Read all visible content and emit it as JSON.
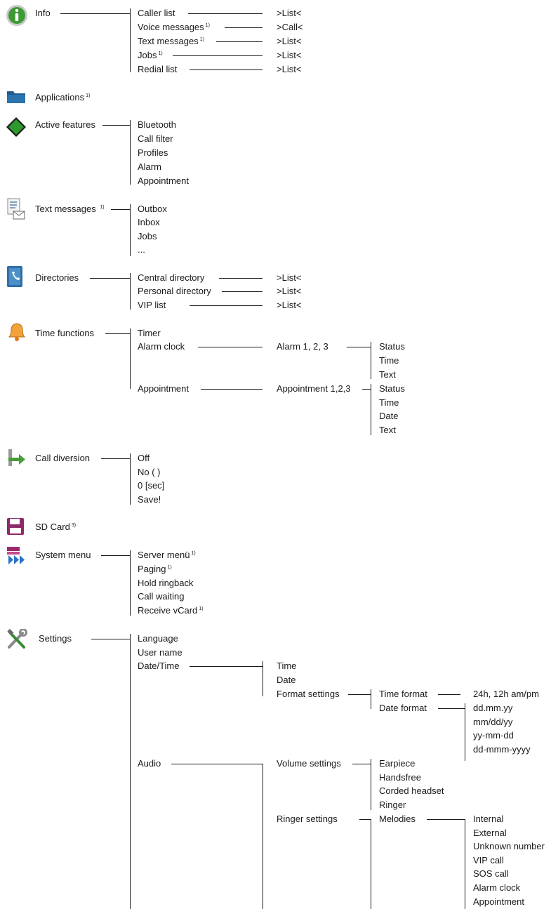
{
  "info": {
    "label": "Info",
    "items": [
      {
        "label": "Caller list",
        "sup": "",
        "target": ">List<"
      },
      {
        "label": "Voice messages",
        "sup": "1)",
        "target": ">Call<"
      },
      {
        "label": "Text messages",
        "sup": "1)",
        "target": ">List<"
      },
      {
        "label": "Jobs",
        "sup": "1)",
        "target": ">List<"
      },
      {
        "label": "Redial list",
        "sup": "",
        "target": ">List<"
      }
    ]
  },
  "applications": {
    "label": "Applications",
    "sup": "1)"
  },
  "active_features": {
    "label": "Active features",
    "items": [
      "Bluetooth",
      "Call filter",
      "Profiles",
      "Alarm",
      "Appointment"
    ]
  },
  "text_messages": {
    "label": "Text messages",
    "sup": "1)",
    "items": [
      "Outbox",
      "Inbox",
      "Jobs",
      "..."
    ]
  },
  "directories": {
    "label": "Directories",
    "items": [
      {
        "label": "Central directory",
        "target": ">List<"
      },
      {
        "label": "Personal directory",
        "target": ">List<"
      },
      {
        "label": "VIP list",
        "target": ">List<"
      }
    ]
  },
  "time_functions": {
    "label": "Time functions",
    "timer": "Timer",
    "alarm_clock": "Alarm clock",
    "alarm_sub": "Alarm 1, 2, 3",
    "alarm_items": [
      "Status",
      "Time",
      "Text"
    ],
    "appointment": "Appointment",
    "appointment_sub": "Appointment 1,2,3",
    "appointment_items": [
      "Status",
      "Time",
      "Date",
      "Text"
    ]
  },
  "call_diversion": {
    "label": "Call diversion",
    "items": [
      "Off",
      "No ( )",
      "0 [sec]",
      "Save!"
    ]
  },
  "sd_card": {
    "label": "SD Card",
    "sup": "3)"
  },
  "system_menu": {
    "label": "System menu",
    "items": [
      {
        "label": "Server menü",
        "sup": "1)"
      },
      {
        "label": "Paging",
        "sup": "1)"
      },
      {
        "label": "Hold ringback",
        "sup": ""
      },
      {
        "label": "Call waiting",
        "sup": ""
      },
      {
        "label": "Receive vCard",
        "sup": "1)"
      }
    ]
  },
  "settings": {
    "label": "Settings",
    "language": "Language",
    "user_name": "User name",
    "date_time": "Date/Time",
    "dt_items": [
      "Time",
      "Date",
      "Format settings"
    ],
    "time_format": "Time format",
    "time_format_value": "24h, 12h am/pm",
    "date_format": "Date format",
    "date_format_values": [
      "dd.mm.yy",
      "mm/dd/yy",
      "yy-mm-dd",
      "dd-mmm-yyyy"
    ],
    "audio": "Audio",
    "volume_settings": "Volume settings",
    "volume_items": [
      "Earpiece",
      "Handsfree",
      "Corded headset",
      "Ringer"
    ],
    "ringer_settings": "Ringer settings",
    "melodies": "Melodies",
    "melody_items": [
      "Internal",
      "External",
      "Unknown number",
      "VIP call",
      "SOS call",
      "Alarm clock",
      "Appointment"
    ]
  }
}
